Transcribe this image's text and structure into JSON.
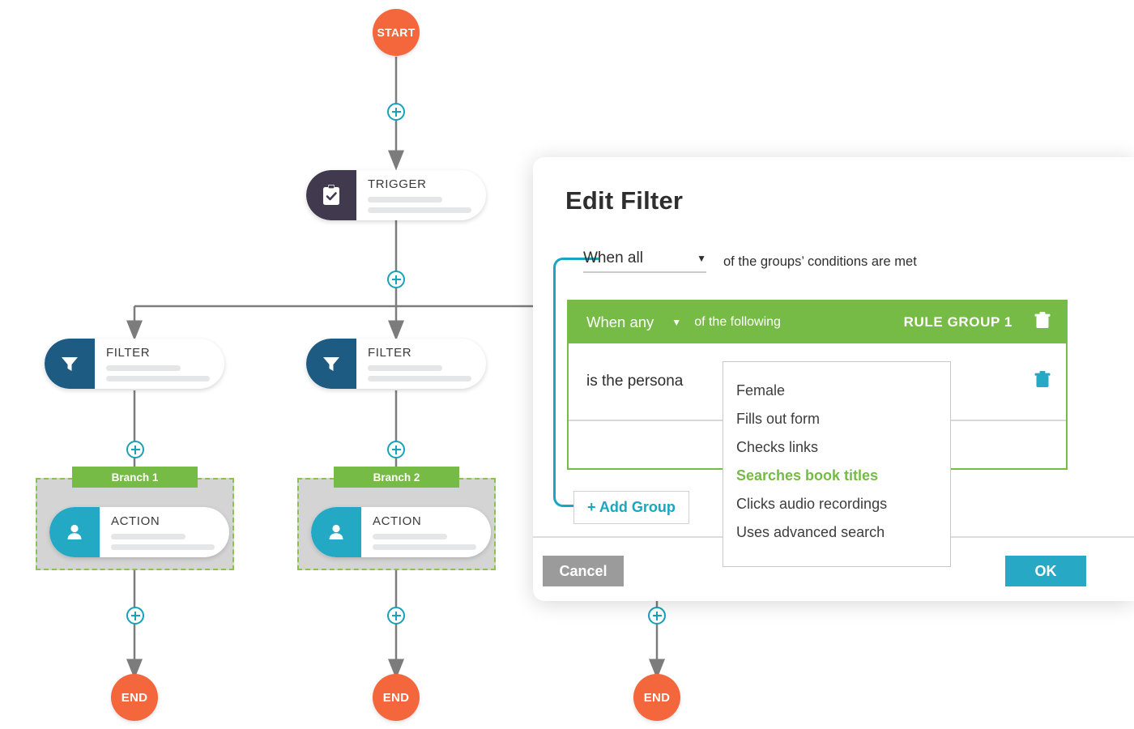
{
  "flow": {
    "start_label": "START",
    "end_label": "END",
    "nodes": [
      {
        "type": "trigger",
        "title": "TRIGGER",
        "icon": "clipboard-check-icon"
      },
      {
        "type": "filter",
        "title": "FILTER",
        "icon": "funnel-icon"
      },
      {
        "type": "filter",
        "title": "FILTER",
        "icon": "funnel-icon"
      },
      {
        "type": "action",
        "title": "ACTION",
        "icon": "person-icon"
      },
      {
        "type": "action",
        "title": "ACTION",
        "icon": "person-icon"
      }
    ],
    "branches": [
      {
        "label": "Branch 1"
      },
      {
        "label": "Branch 2"
      }
    ],
    "add_step_icon": "plus-circle-icon",
    "colors": {
      "terminal": "#f4663c",
      "trigger": "#413a4e",
      "filter": "#1d5b82",
      "action": "#24a9c4",
      "connector": "#17a2b8",
      "branch": "#76bb45"
    }
  },
  "dialog": {
    "title": "Edit Filter",
    "group_match": {
      "value": "When all",
      "suffix": "of the groups’ conditions are met"
    },
    "rule_group": {
      "match_value": "When any",
      "match_suffix": "of the following",
      "name": "RULE GROUP 1",
      "delete_icon": "trash-icon",
      "rules": [
        {
          "label": "is the persona",
          "delete_icon": "trash-icon"
        }
      ]
    },
    "add_group_label": "+ Add Group",
    "cancel_label": "Cancel",
    "ok_label": "OK",
    "colors": {
      "accent": "#27a8c4",
      "group": "#76bb45",
      "cancel": "#9b9b9b"
    }
  },
  "dropdown": {
    "options": [
      {
        "label": "Female",
        "selected": false
      },
      {
        "label": "Fills out form",
        "selected": false
      },
      {
        "label": "Checks links",
        "selected": false
      },
      {
        "label": "Searches book titles",
        "selected": true
      },
      {
        "label": "Clicks audio recordings",
        "selected": false
      },
      {
        "label": "Uses advanced search",
        "selected": false
      }
    ]
  }
}
